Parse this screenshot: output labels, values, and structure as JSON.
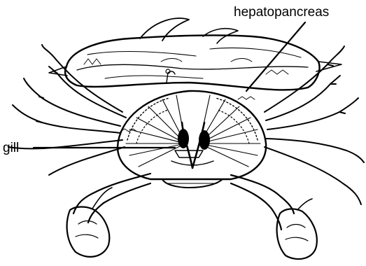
{
  "figure": {
    "subject": "crab anatomy illustration (dorsal view with carapace opened)",
    "labels": {
      "hepatopancreas": "hepatopancreas",
      "gill": "gill"
    },
    "colors": {
      "ink": "#000000",
      "paper": "#ffffff"
    }
  }
}
